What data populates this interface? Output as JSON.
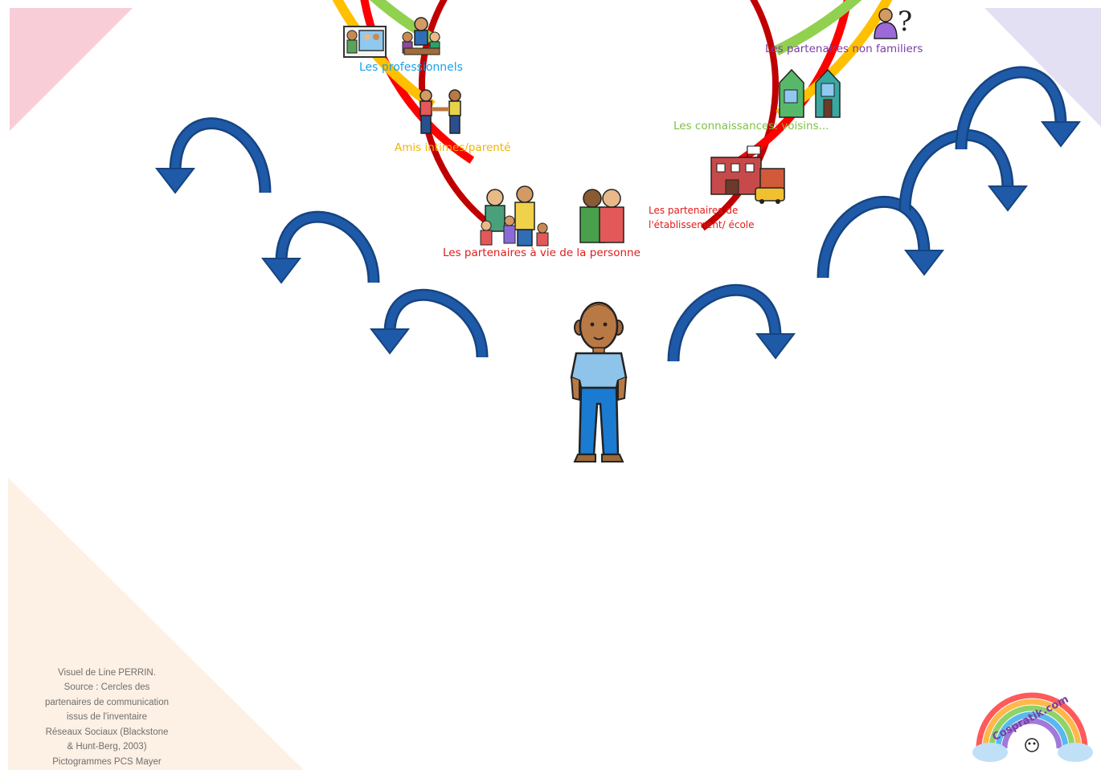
{
  "labels": {
    "professionnels": "Les professionnels",
    "amis": "Amis intimes/parenté",
    "partenaires_vie": "Les partenaires à vie de la personne",
    "etablissement_line1": "Les partenaires de",
    "etablissement_line2": "l'établissement/ école",
    "connaissances": "Les connaissances: voisins...",
    "non_familiers": "Les partenaires non familiers"
  },
  "credit": {
    "lines": [
      "Visuel de Line PERRIN.",
      "Source : Cercles des",
      "partenaires de communication",
      "issus de l'inventaire",
      "Réseaux Sociaux (Blackstone",
      "& Hunt-Berg, 2003)",
      "Pictogrammes PCS Mayer"
    ]
  },
  "logo": {
    "text": "Cospratik.com"
  },
  "question_mark": "?",
  "colors": {
    "ring1": "#c00000",
    "ring2": "#ff0000",
    "ring3": "#ffc000",
    "ring4": "#92d050",
    "ring5": "#00b0f0",
    "ring6": "#7030a0",
    "arrow": "#1e5aa8",
    "arrow_dark": "#164480",
    "label_professionnels": "#1aa3e8",
    "label_amis": "#f0b400",
    "label_vie": "#e31b1b",
    "label_etablissement": "#e31b1b",
    "label_connaissances": "#7cc242",
    "label_non_familiers": "#7a3ea6"
  }
}
